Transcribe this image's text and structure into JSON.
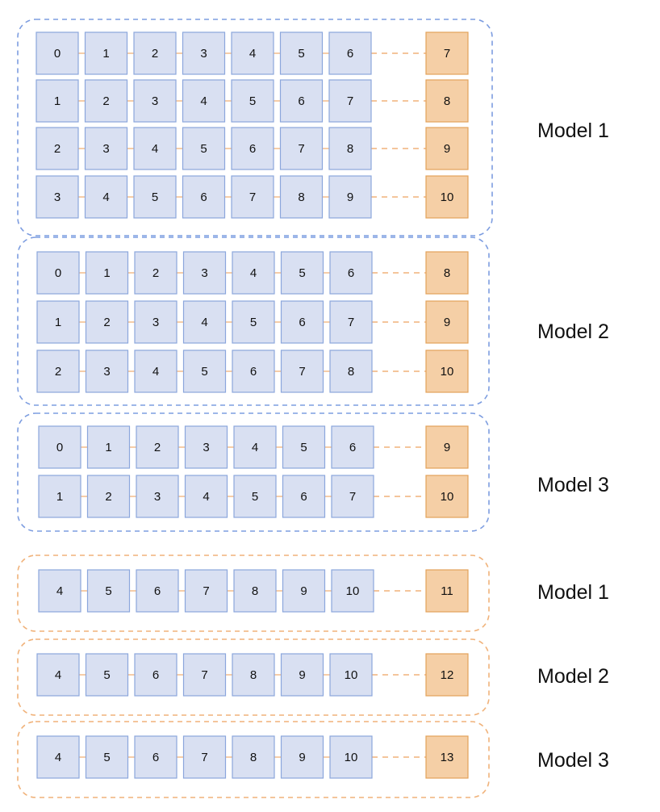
{
  "colors": {
    "input_fill": "#d9e0f2",
    "input_stroke": "#8ba6dc",
    "target_fill": "#f5cfa6",
    "target_stroke": "#e3a25a",
    "connector": "#f0b27a",
    "group_stroke_blue": "#7d9de0",
    "group_stroke_orange": "#f0b27a"
  },
  "groups": [
    {
      "style": "blue",
      "label": "Model 1",
      "rows": [
        {
          "inputs": [
            "0",
            "1",
            "2",
            "3",
            "4",
            "5",
            "6"
          ],
          "target": "7"
        },
        {
          "inputs": [
            "1",
            "2",
            "3",
            "4",
            "5",
            "6",
            "7"
          ],
          "target": "8"
        },
        {
          "inputs": [
            "2",
            "3",
            "4",
            "5",
            "6",
            "7",
            "8"
          ],
          "target": "9"
        },
        {
          "inputs": [
            "3",
            "4",
            "5",
            "6",
            "7",
            "8",
            "9"
          ],
          "target": "10"
        }
      ]
    },
    {
      "style": "blue",
      "label": "Model 2",
      "rows": [
        {
          "inputs": [
            "0",
            "1",
            "2",
            "3",
            "4",
            "5",
            "6"
          ],
          "target": "8"
        },
        {
          "inputs": [
            "1",
            "2",
            "3",
            "4",
            "5",
            "6",
            "7"
          ],
          "target": "9"
        },
        {
          "inputs": [
            "2",
            "3",
            "4",
            "5",
            "6",
            "7",
            "8"
          ],
          "target": "10"
        }
      ]
    },
    {
      "style": "blue",
      "label": "Model 3",
      "rows": [
        {
          "inputs": [
            "0",
            "1",
            "2",
            "3",
            "4",
            "5",
            "6"
          ],
          "target": "9"
        },
        {
          "inputs": [
            "1",
            "2",
            "3",
            "4",
            "5",
            "6",
            "7"
          ],
          "target": "10"
        }
      ]
    },
    {
      "style": "orange",
      "label": "Model 1",
      "rows": [
        {
          "inputs": [
            "4",
            "5",
            "6",
            "7",
            "8",
            "9",
            "10"
          ],
          "target": "11"
        }
      ]
    },
    {
      "style": "orange",
      "label": "Model 2",
      "rows": [
        {
          "inputs": [
            "4",
            "5",
            "6",
            "7",
            "8",
            "9",
            "10"
          ],
          "target": "12"
        }
      ]
    },
    {
      "style": "orange",
      "label": "Model 3",
      "rows": [
        {
          "inputs": [
            "4",
            "5",
            "6",
            "7",
            "8",
            "9",
            "10"
          ],
          "target": "13"
        }
      ]
    }
  ]
}
